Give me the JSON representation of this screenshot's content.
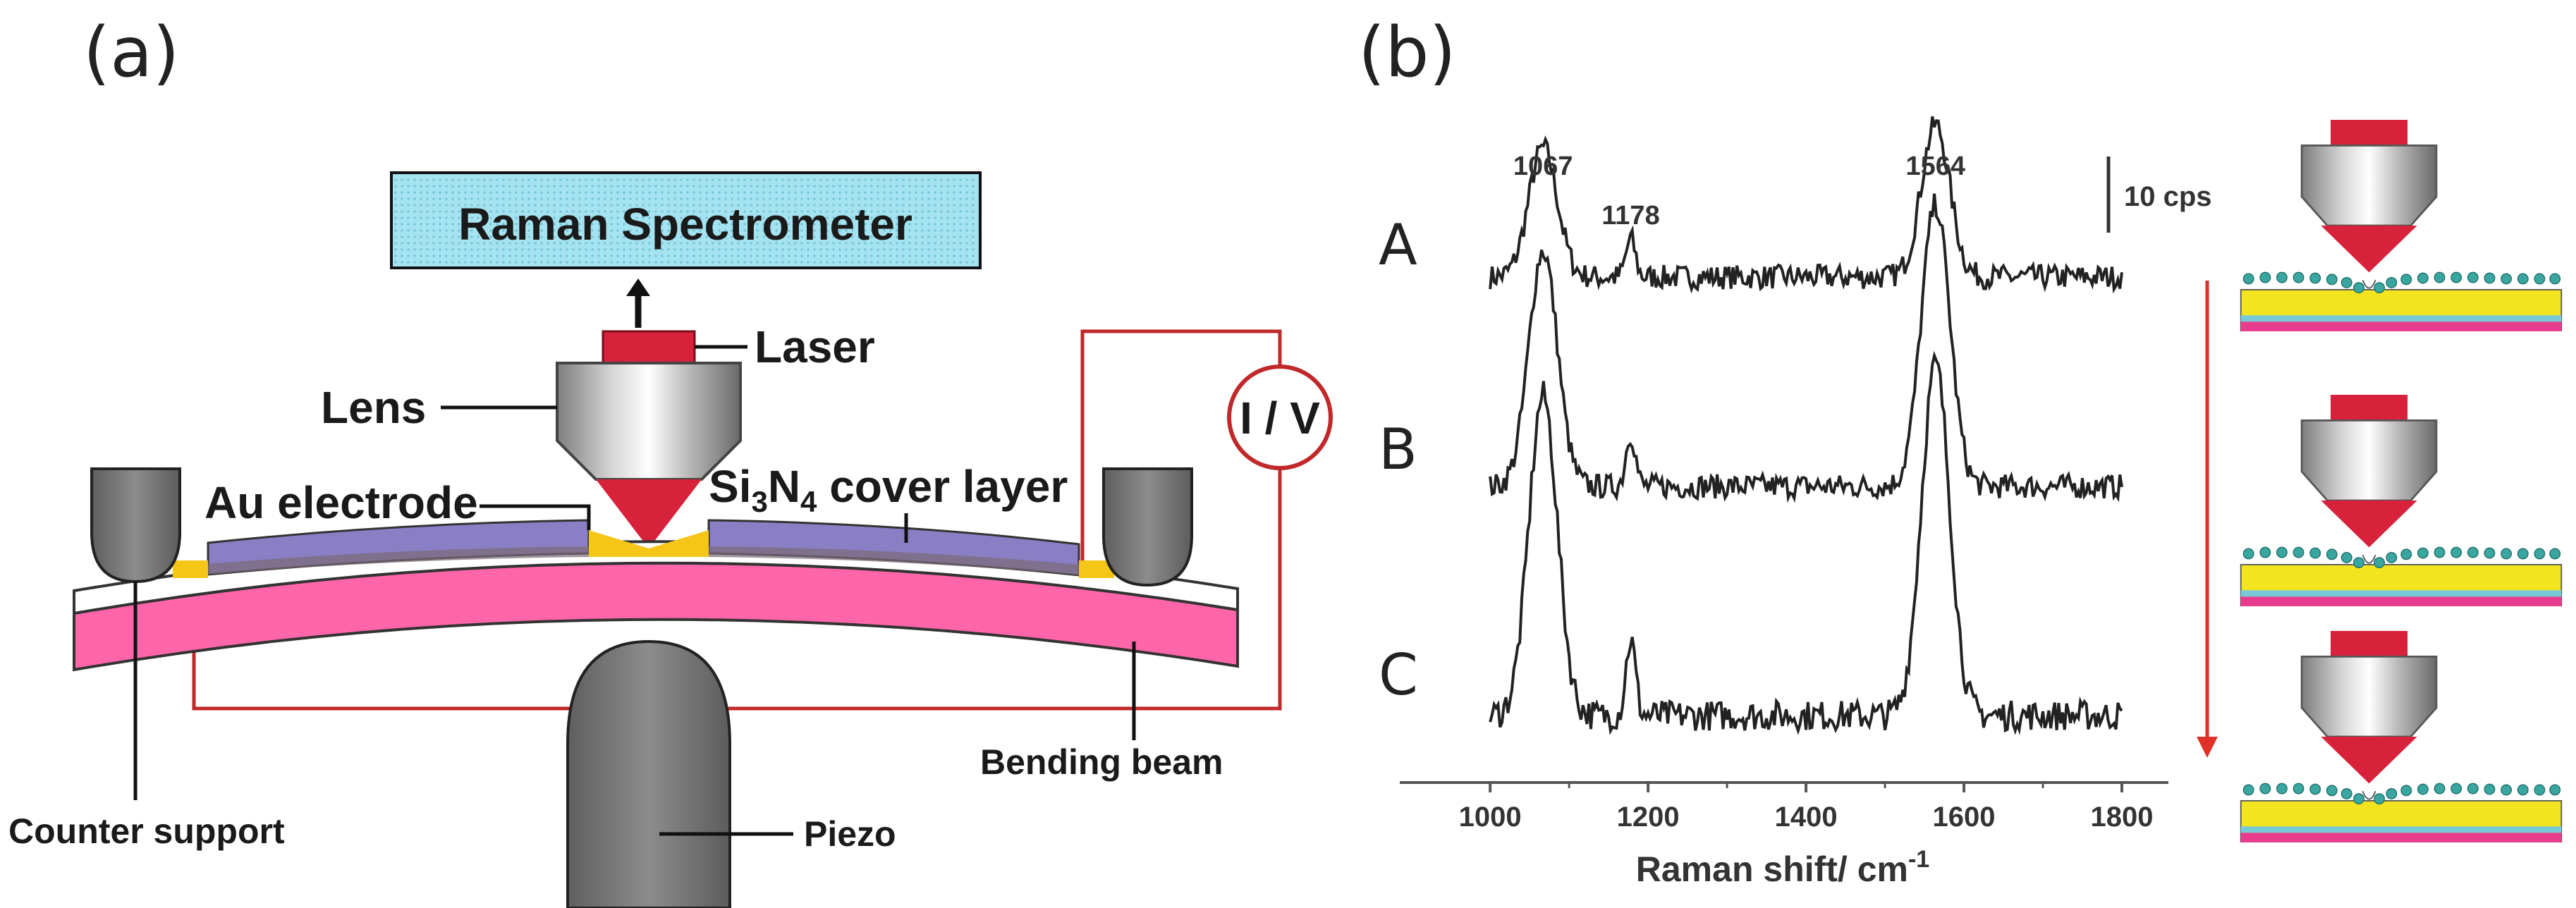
{
  "panel_a": {
    "label": "(a)",
    "spectrometer": "Raman Spectrometer",
    "laser": "Laser",
    "lens": "Lens",
    "iv": "I / V",
    "au_electrode": "Au electrode",
    "cover_si": "Si",
    "cover_3": "3",
    "cover_n": "N",
    "cover_4": "4",
    "cover_rest": " cover layer",
    "bending_beam": "Bending beam",
    "counter_support": "Counter support",
    "piezo": "Piezo"
  },
  "panel_b": {
    "label": "(b)",
    "scale_bar": "10 cps",
    "peak_labels": [
      "1067",
      "1178",
      "1564"
    ]
  },
  "chart_data": {
    "type": "line",
    "title": "",
    "xlabel_main": "Raman shift/ cm",
    "xlabel_sup": "-1",
    "ylabel": "",
    "xlim": [
      890,
      1850
    ],
    "xticks": [
      1000,
      1200,
      1400,
      1600,
      1800
    ],
    "xtick_labels": [
      "1000",
      "1200",
      "1400",
      "1600",
      "1800"
    ],
    "series": [
      {
        "name": "A",
        "peaks": [
          [
            1067,
            17
          ],
          [
            1178,
            5
          ],
          [
            1564,
            20
          ]
        ],
        "noise": 2
      },
      {
        "name": "B",
        "peaks": [
          [
            1067,
            31
          ],
          [
            1178,
            7
          ],
          [
            1564,
            37
          ]
        ],
        "noise": 2
      },
      {
        "name": "C",
        "peaks": [
          [
            1067,
            42
          ],
          [
            1178,
            10
          ],
          [
            1564,
            46
          ]
        ],
        "noise": 2.5
      }
    ],
    "peak_annotations": [
      {
        "x": 1067,
        "label": "1067"
      },
      {
        "x": 1178,
        "label": "1178"
      },
      {
        "x": 1564,
        "label": "1564"
      }
    ],
    "scale_bar_value": 10,
    "scale_bar_unit": "cps",
    "grid": false
  },
  "colors": {
    "spectrometer_fill": "#a8e4f0",
    "laser": "#d8213a",
    "beam_pink": "#ff66aa",
    "electrode": "#8a7fc4",
    "au_gold": "#f5c518",
    "support_grey": "#7a7a7a",
    "circuit": "#c0282a",
    "trace": "#222222",
    "arrow": "#e0302a"
  }
}
